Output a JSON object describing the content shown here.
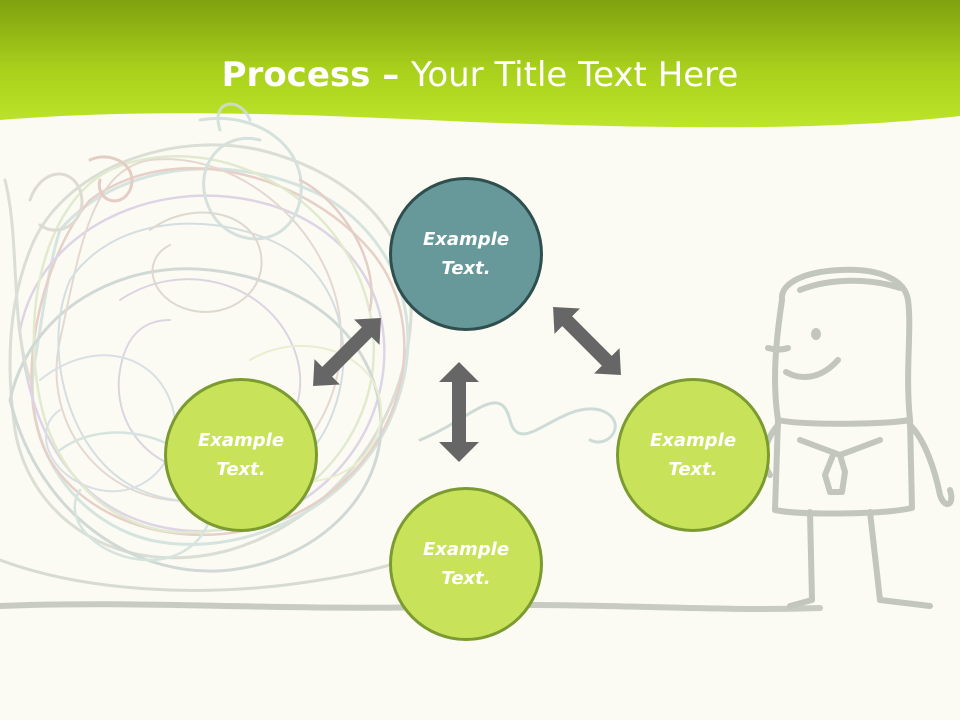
{
  "title": {
    "bold": "Process",
    "dash": " – ",
    "rest": "Your Title Text Here"
  },
  "nodes": [
    {
      "id": "top",
      "text": "Example Text.",
      "color": "#67999a"
    },
    {
      "id": "left",
      "text": "Example Text.",
      "color": "#c8e35a"
    },
    {
      "id": "bottom",
      "text": "Example Text.",
      "color": "#c8e35a"
    },
    {
      "id": "right",
      "text": "Example Text.",
      "color": "#c8e35a"
    }
  ],
  "colors": {
    "header_green": "#a7d21a",
    "arrow": "#666666",
    "background": "#fbfbf3"
  }
}
